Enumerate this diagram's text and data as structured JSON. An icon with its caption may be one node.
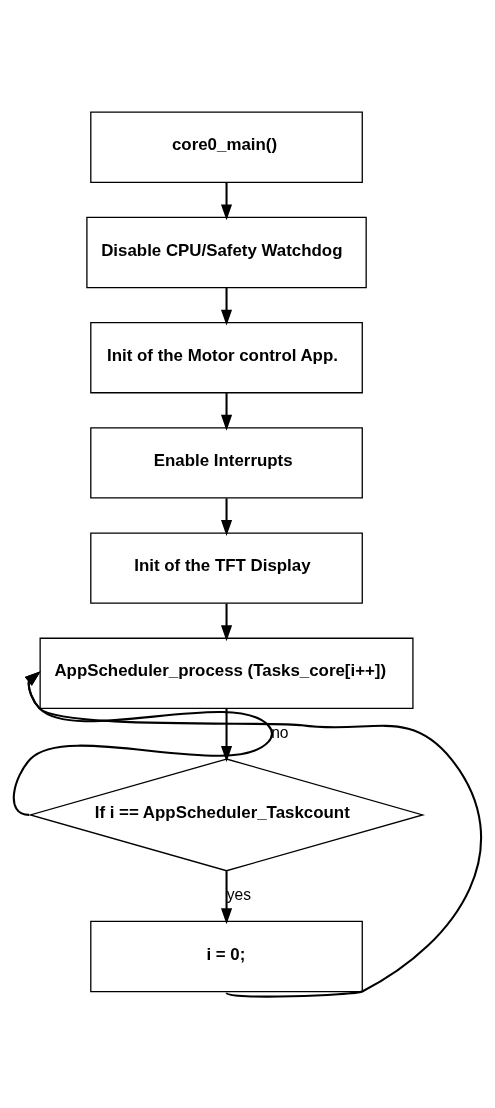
{
  "diagram": {
    "nodes": [
      {
        "text": [
          "core0_main()"
        ]
      },
      {
        "text": [
          "Disable CPU/Safety Watchdog"
        ]
      },
      {
        "text": [
          "Init of the Motor control App."
        ]
      },
      {
        "text": [
          "Enable Interrupts"
        ]
      },
      {
        "text": [
          "Init of the TFT Display"
        ]
      },
      {
        "text": [
          "AppScheduler_process (Tasks_core[i++])"
        ]
      },
      {
        "text": [
          "If i == AppScheduler_Taskcount"
        ]
      },
      {
        "text": [
          "i = 0;"
        ]
      }
    ],
    "edges": [
      {
        "from": 0,
        "to": 1,
        "arrow": "to"
      },
      {
        "from": 1,
        "to": 2,
        "arrow": "to"
      },
      {
        "from": 2,
        "to": 3,
        "arrow": "to"
      },
      {
        "from": 3,
        "to": 4,
        "arrow": "to"
      },
      {
        "from": 4,
        "to": 5,
        "arrow": "to"
      },
      {
        "from": 5,
        "to": 6,
        "arrow": "to"
      },
      {
        "from": 6,
        "to": 5,
        "arrow": "to",
        "label": "no"
      },
      {
        "from": 6,
        "to": 7,
        "arrow": "to",
        "label": "yes"
      },
      {
        "from": 7,
        "to": 5,
        "arrow": "to"
      }
    ]
  }
}
